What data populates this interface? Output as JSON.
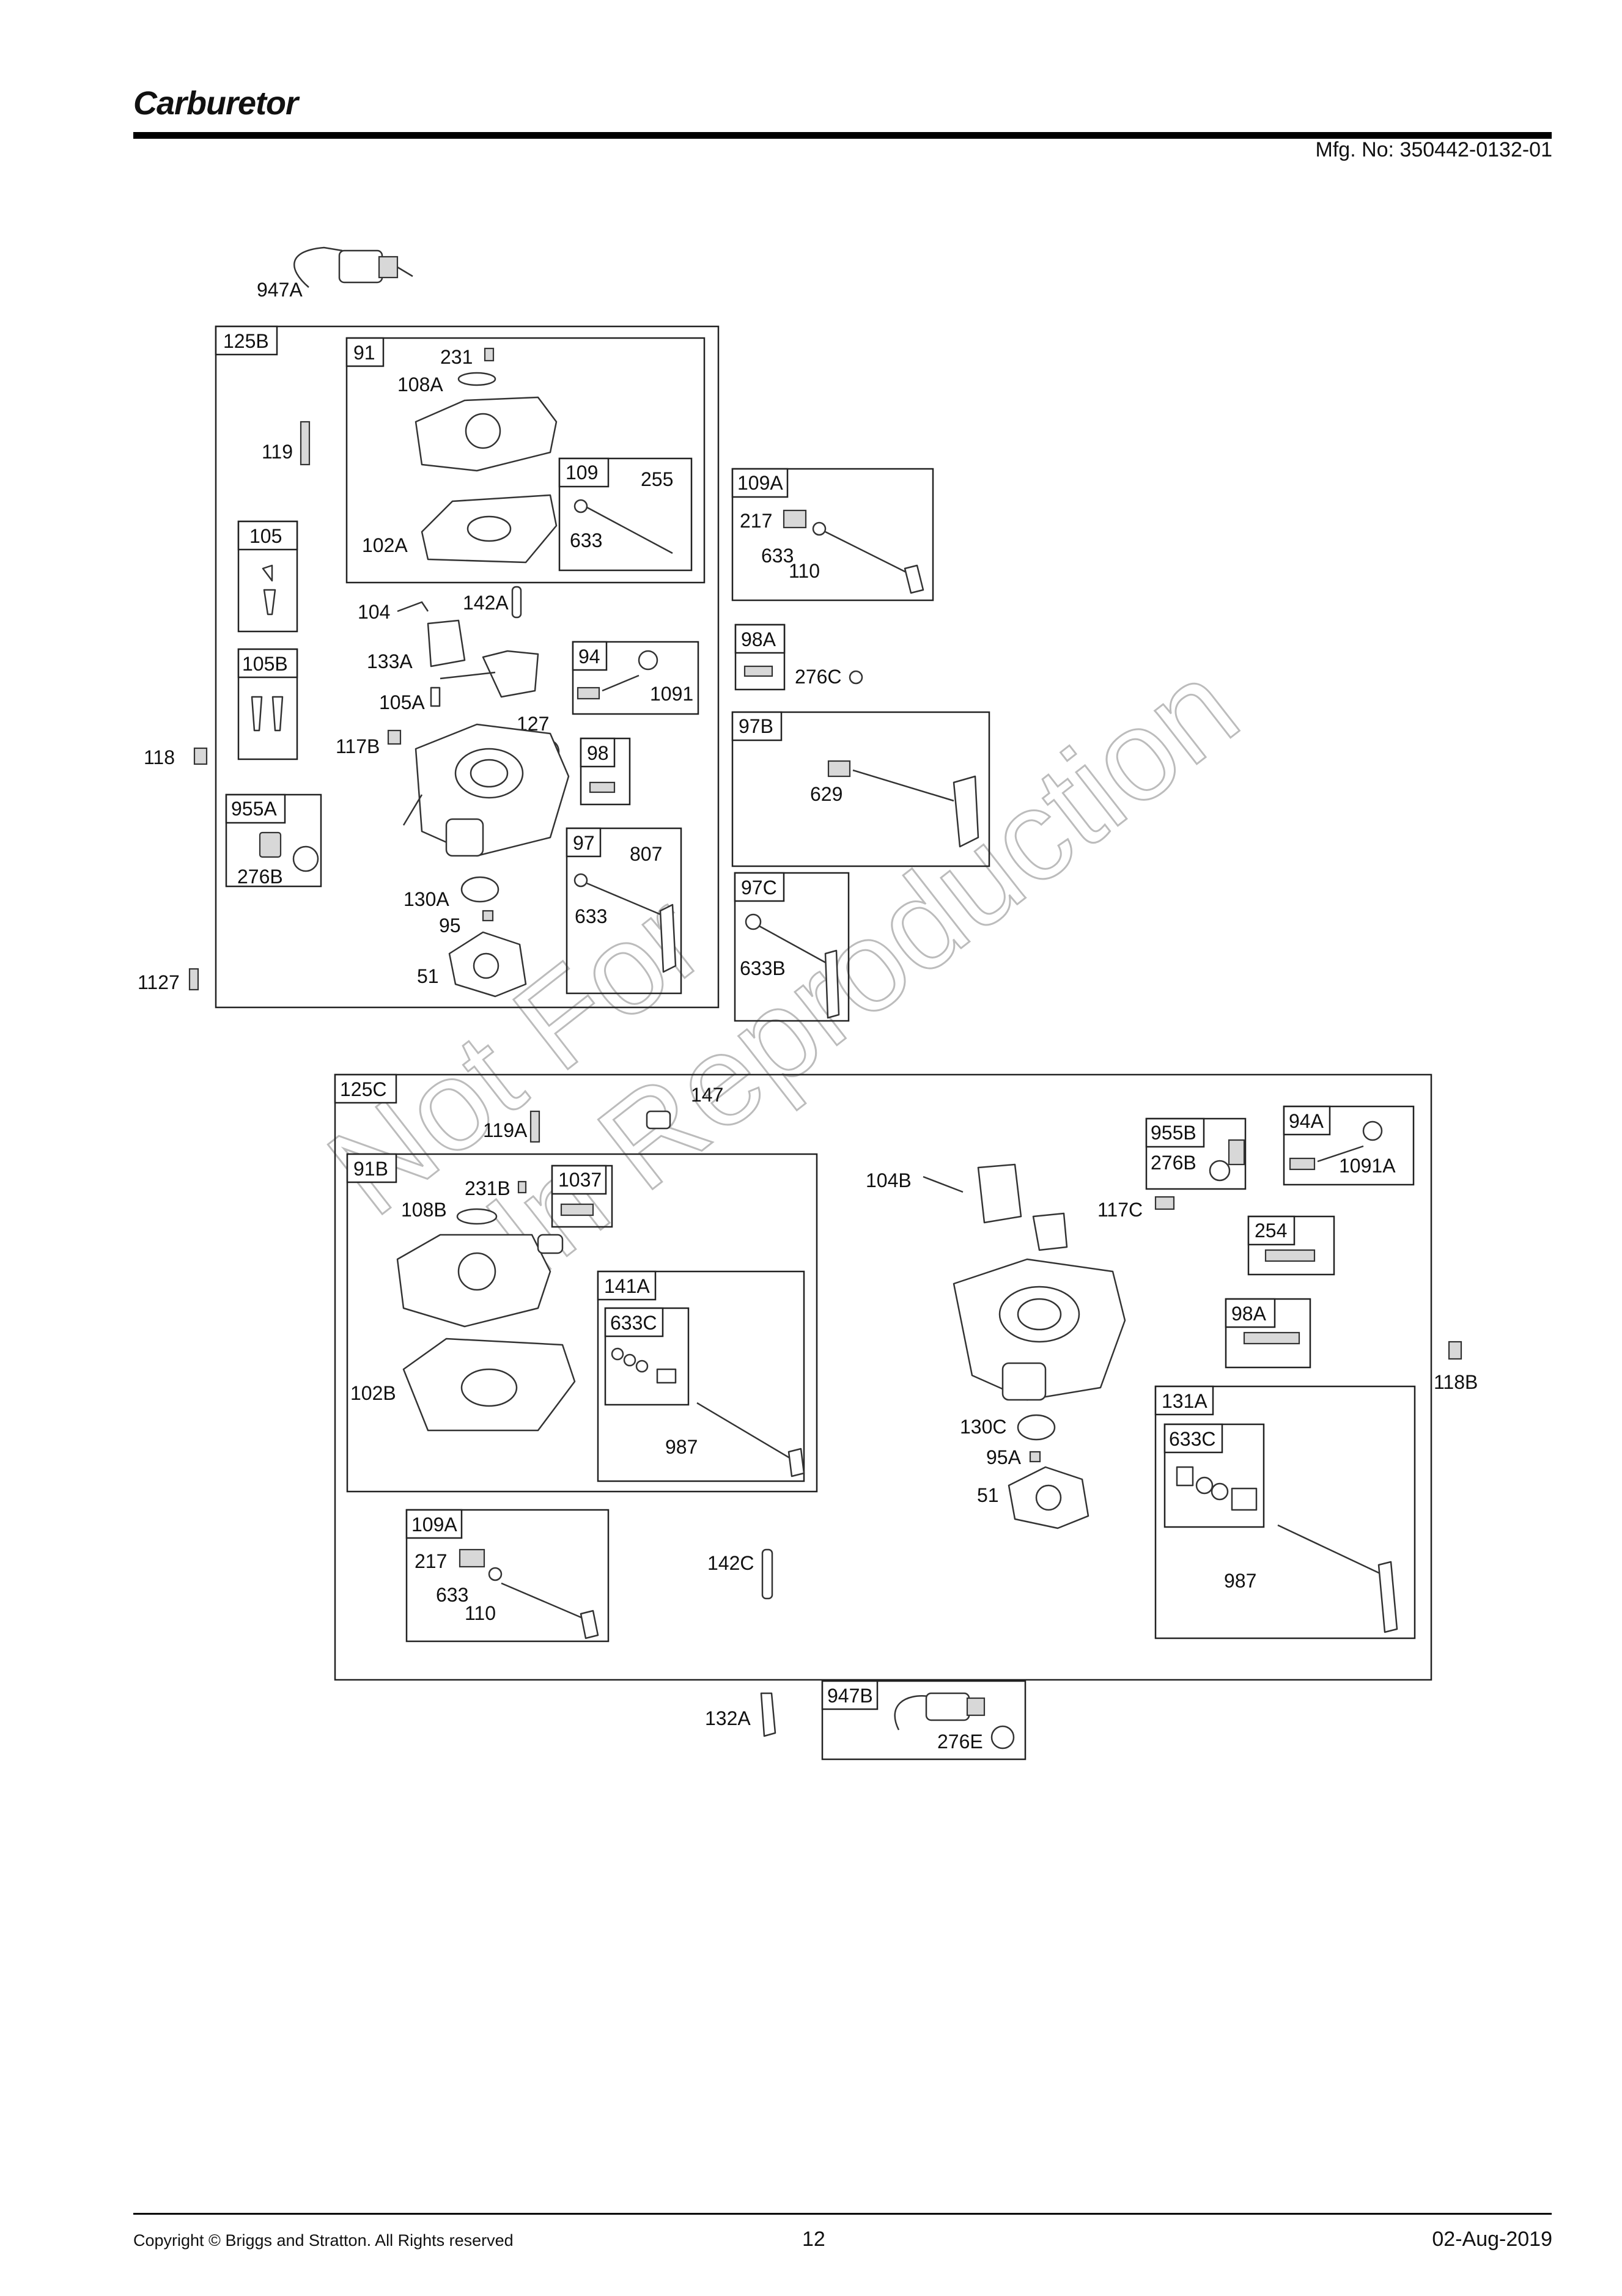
{
  "header": {
    "title": "Carburetor",
    "mfg": "Mfg. No: 350442-0132-01"
  },
  "footer": {
    "copyright": "Copyright ©  Briggs and Stratton. All Rights reserved",
    "page": "12",
    "date": "02-Aug-2019"
  },
  "watermark": {
    "line1": "Not For",
    "line2": "In Reproduction"
  },
  "assemblies": {
    "a125B": "125B",
    "a91": "91",
    "a109": "109",
    "a105": "105",
    "a105B": "105B",
    "a94": "94",
    "a98": "98",
    "a955A": "955A",
    "a97": "97",
    "a109A_top": "109A",
    "a98A_top": "98A",
    "a97B": "97B",
    "a97C": "97C",
    "a125C": "125C",
    "a91B": "91B",
    "a1037": "1037",
    "a141A": "141A",
    "a633C_1": "633C",
    "a109A_bot": "109A",
    "a955B": "955B",
    "a94A": "94A",
    "a254": "254",
    "a98A_bot": "98A",
    "a131A": "131A",
    "a633C_2": "633C",
    "a947B": "947B"
  },
  "parts": {
    "p947A": "947A",
    "p231": "231",
    "p108A": "108A",
    "p119": "119",
    "p255": "255",
    "p102A": "102A",
    "p633_a": "633",
    "p104": "104",
    "p142A": "142A",
    "p133A": "133A",
    "p105A": "105A",
    "p1091": "1091",
    "p127": "127",
    "p117B": "117B",
    "p118": "118",
    "p807": "807",
    "p276B_a": "276B",
    "p130A": "130A",
    "p633_b": "633",
    "p95": "95",
    "p51_a": "51",
    "p1127": "1127",
    "p217_a": "217",
    "p633_c": "633",
    "p110_a": "110",
    "p276C": "276C",
    "p629": "629",
    "p633B": "633B",
    "p147": "147",
    "p119A": "119A",
    "p231B": "231B",
    "p108B": "108B",
    "p104B": "104B",
    "p117C": "117C",
    "p276B_b": "276B",
    "p1091A": "1091A",
    "p102B": "102B",
    "p987_a": "987",
    "p118B": "118B",
    "p130C": "130C",
    "p95A": "95A",
    "p51_b": "51",
    "p987_b": "987",
    "p217_b": "217",
    "p633_d": "633",
    "p110_b": "110",
    "p142C": "142C",
    "p132A": "132A",
    "p276E": "276E"
  }
}
